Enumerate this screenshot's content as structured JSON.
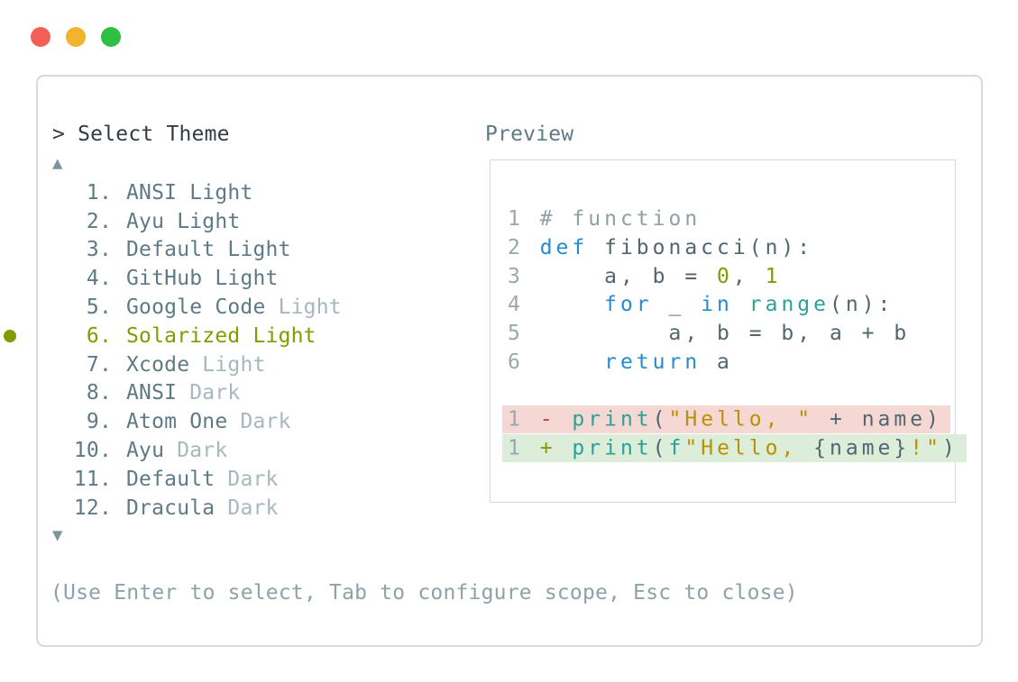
{
  "window": {
    "controls": [
      {
        "name": "close",
        "color": "#f15f56"
      },
      {
        "name": "minimize",
        "color": "#f2b42d"
      },
      {
        "name": "zoom",
        "color": "#2ec041"
      }
    ]
  },
  "prompt": {
    "caret": ">",
    "title": "Select Theme"
  },
  "preview": {
    "label": "Preview"
  },
  "list": {
    "up_arrow": "▲",
    "down_arrow": "▼",
    "items": [
      {
        "number": "1.",
        "name": "ANSI",
        "suffix": "Light",
        "muted_suffix": false,
        "selected": false
      },
      {
        "number": "2.",
        "name": "Ayu",
        "suffix": "Light",
        "muted_suffix": false,
        "selected": false
      },
      {
        "number": "3.",
        "name": "Default",
        "suffix": "Light",
        "muted_suffix": false,
        "selected": false
      },
      {
        "number": "4.",
        "name": "GitHub",
        "suffix": "Light",
        "muted_suffix": false,
        "selected": false
      },
      {
        "number": "5.",
        "name": "Google Code",
        "suffix": "Light",
        "muted_suffix": true,
        "selected": false
      },
      {
        "number": "6.",
        "name": "Solarized",
        "suffix": "Light",
        "muted_suffix": false,
        "selected": true
      },
      {
        "number": "7.",
        "name": "Xcode",
        "suffix": "Light",
        "muted_suffix": true,
        "selected": false
      },
      {
        "number": "8.",
        "name": "ANSI",
        "suffix": "Dark",
        "muted_suffix": true,
        "selected": false
      },
      {
        "number": "9.",
        "name": "Atom One",
        "suffix": "Dark",
        "muted_suffix": true,
        "selected": false
      },
      {
        "number": "10.",
        "name": "Ayu",
        "suffix": "Dark",
        "muted_suffix": true,
        "selected": false
      },
      {
        "number": "11.",
        "name": "Default",
        "suffix": "Dark",
        "muted_suffix": true,
        "selected": false
      },
      {
        "number": "12.",
        "name": "Dracula",
        "suffix": "Dark",
        "muted_suffix": true,
        "selected": false
      }
    ]
  },
  "code": {
    "snippet_lines": [
      {
        "tokens": [
          [
            "ln",
            "1 "
          ],
          [
            "comment",
            "# function"
          ]
        ]
      },
      {
        "tokens": [
          [
            "ln",
            "2 "
          ],
          [
            "kw",
            "def"
          ],
          [
            "plain",
            " fibonacci(n):"
          ]
        ]
      },
      {
        "tokens": [
          [
            "ln",
            "3 "
          ],
          [
            "plain",
            "    a, b = "
          ],
          [
            "num",
            "0"
          ],
          [
            "plain",
            ", "
          ],
          [
            "num",
            "1"
          ]
        ]
      },
      {
        "tokens": [
          [
            "ln",
            "4 "
          ],
          [
            "plain",
            "    "
          ],
          [
            "kw",
            "for"
          ],
          [
            "plain",
            " _ "
          ],
          [
            "kw",
            "in"
          ],
          [
            "plain",
            " "
          ],
          [
            "fn",
            "range"
          ],
          [
            "plain",
            "(n):"
          ]
        ]
      },
      {
        "tokens": [
          [
            "ln",
            "5 "
          ],
          [
            "plain",
            "        a, b = b, a + b"
          ]
        ]
      },
      {
        "tokens": [
          [
            "ln",
            "6 "
          ],
          [
            "plain",
            "    "
          ],
          [
            "kw",
            "return"
          ],
          [
            "plain",
            " a"
          ]
        ]
      }
    ],
    "diff_lines": [
      {
        "change": "removed",
        "tokens": [
          [
            "ln",
            "1 "
          ],
          [
            "minus",
            "-"
          ],
          [
            "plain",
            " "
          ],
          [
            "fn",
            "print"
          ],
          [
            "plain",
            "("
          ],
          [
            "str",
            "\"Hello, \""
          ],
          [
            "plain",
            " + name)"
          ]
        ]
      },
      {
        "change": "added",
        "tokens": [
          [
            "ln",
            "1 "
          ],
          [
            "plus",
            "+"
          ],
          [
            "plain",
            " "
          ],
          [
            "fn",
            "print"
          ],
          [
            "plain",
            "("
          ],
          [
            "fn",
            "f"
          ],
          [
            "str",
            "\"Hello, "
          ],
          [
            "plain",
            "{name}"
          ],
          [
            "str",
            "!\""
          ],
          [
            "plain",
            ")"
          ]
        ]
      }
    ]
  },
  "help_text": "(Use Enter to select, Tab to configure scope, Esc to close)",
  "colors": {
    "accent_selected": "#859900",
    "list_text": "#5e7a85",
    "list_muted": "#a6b8be",
    "prompt_text": "#333c42",
    "keyword": "#268bd2",
    "builtin": "#2aa198",
    "number_literal": "#859900",
    "string_literal": "#b89104",
    "comment": "#90a0a5",
    "diff_removed_bg": "#f5d8d4",
    "diff_added_bg": "#dcedda",
    "diff_minus": "#dc322f",
    "diff_plus": "#859900",
    "panel_border": "#d5dadb"
  }
}
